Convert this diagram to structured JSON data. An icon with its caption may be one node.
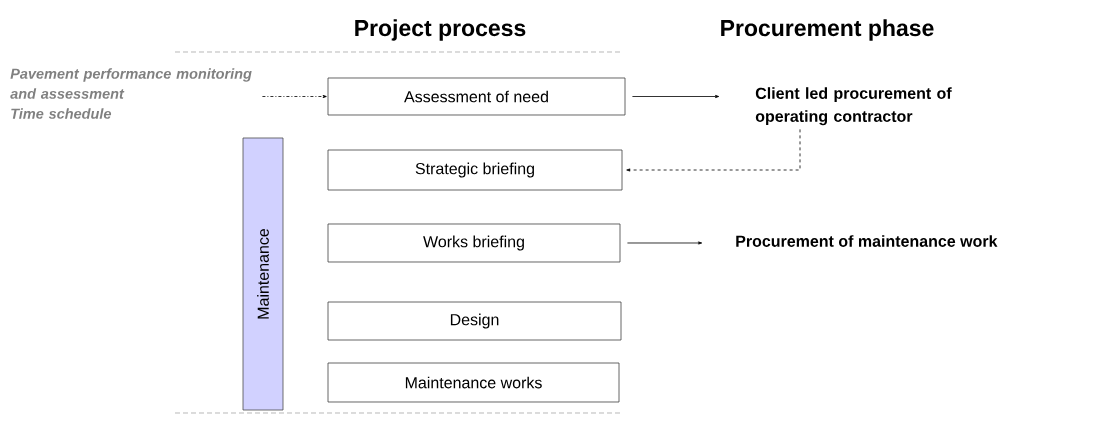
{
  "diagram": {
    "nodes": [
      {
        "text": [
          "Pavement performance monitoring and assessment",
          "Time schedule"
        ]
      },
      {
        "text": [
          "Assessment of need"
        ]
      },
      {
        "text": [
          "Strategic briefing"
        ]
      },
      {
        "text": [
          "Works briefing"
        ]
      },
      {
        "text": [
          "Design"
        ]
      },
      {
        "text": [
          "Maintenance works"
        ]
      },
      {
        "text": [
          "Maintenance"
        ]
      },
      {
        "text": [
          "Client led procurement of operating contractor"
        ]
      },
      {
        "text": [
          "Procurement of maintenance work"
        ]
      }
    ],
    "edges": [
      {
        "from": 0,
        "to": 1,
        "arrow": "to",
        "style": "dashed"
      },
      {
        "from": 1,
        "to": 7,
        "arrow": "to"
      },
      {
        "from": 7,
        "to": 2,
        "arrow": "to",
        "style": "dashed"
      },
      {
        "from": 3,
        "to": 8,
        "arrow": "to"
      }
    ],
    "labels": [
      "Project process",
      "Procurement phase"
    ]
  }
}
